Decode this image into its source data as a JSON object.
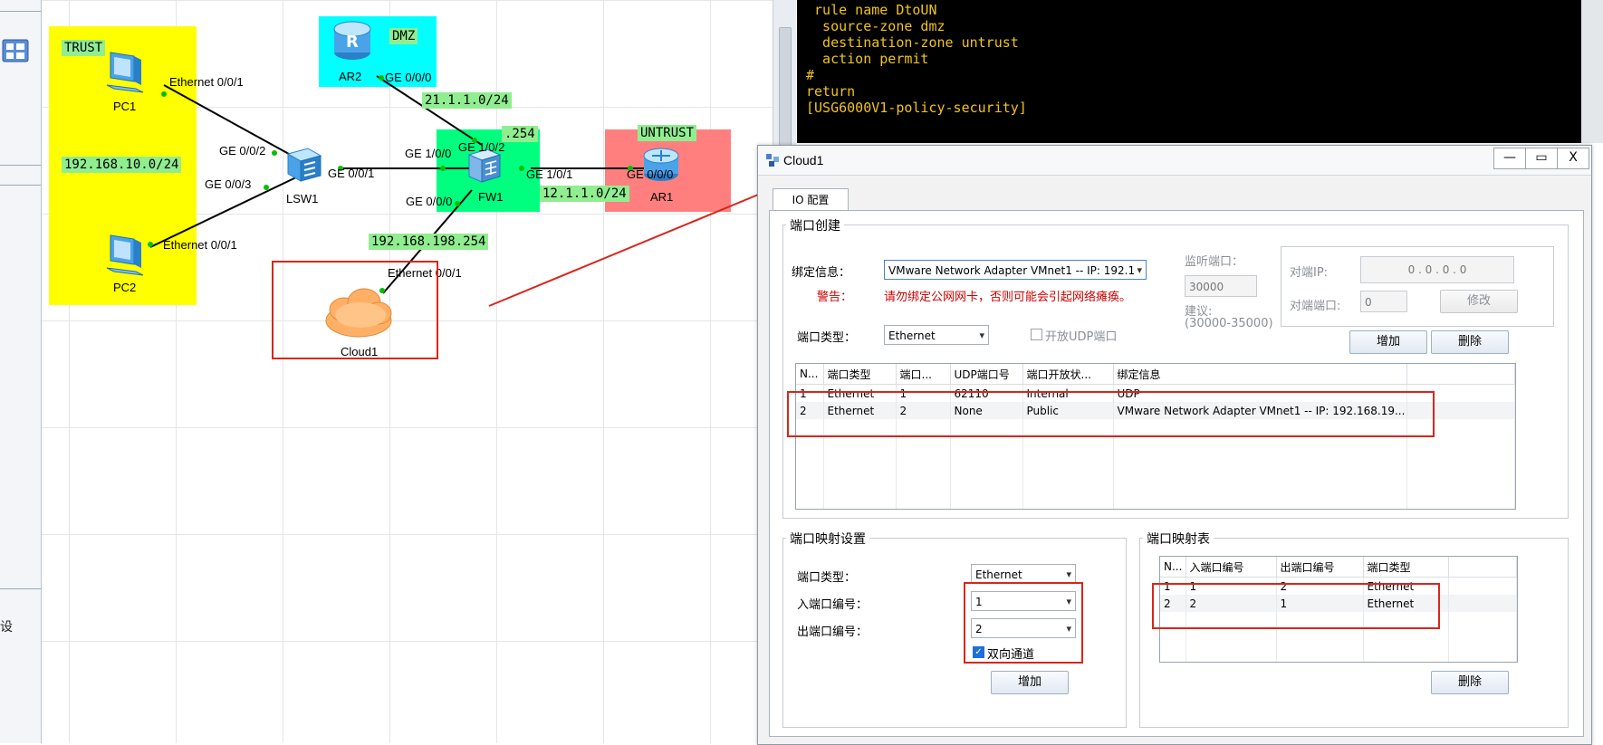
{
  "sidebar": {
    "fragment": "设"
  },
  "topology": {
    "zones": {
      "trust": "TRUST",
      "dmz": "DMZ",
      "untrust": "UNTRUST"
    },
    "subnet_labels": {
      "trust_net": "192.168.10.0/24",
      "dmz_net": "21.1.1.0/24",
      "untrust_net": "12.1.1.0/24",
      "cloud_net": "192.168.198.254",
      "fw_addr": ".254"
    },
    "devices": {
      "pc1": "PC1",
      "pc2": "PC2",
      "lsw1": "LSW1",
      "fw1": "FW1",
      "ar1": "AR1",
      "ar2": "AR2",
      "cloud1": "Cloud1",
      "router_glyph": "R"
    },
    "interfaces": {
      "pc1_eth": "Ethernet 0/0/1",
      "pc2_eth": "Ethernet 0/0/1",
      "lsw_ge2": "GE 0/0/2",
      "lsw_ge3": "GE 0/0/3",
      "lsw_ge1": "GE 0/0/1",
      "fw_ge100": "GE 1/0/0",
      "fw_ge102": "GE 1/0/2",
      "fw_ge101": "GE 1/0/1",
      "fw_ge000": "GE 0/0/0",
      "ar1_ge": "GE 0/0/0",
      "ar2_ge": "GE 0/0/0",
      "cloud_eth": "Ethernet 0/0/1"
    },
    "colors": {
      "trust": "#ffff00",
      "dmz": "#00ffff",
      "fw": "#00ff7f",
      "untrust": "#ff7f7f",
      "tag": "#90ee90",
      "annotation": "#d8261c"
    }
  },
  "terminal": {
    "lines": [
      " rule name DtoUN",
      "  source-zone dmz",
      "  destination-zone untrust",
      "  action permit",
      "#",
      "return",
      "[USG6000V1-policy-security]"
    ]
  },
  "cloud_window": {
    "title": "Cloud1",
    "controls": {
      "minimize": "—",
      "maximize": "▭",
      "close": "X"
    },
    "tab": "IO 配置",
    "port_create": {
      "title": "端口创建",
      "bind_label": "绑定信息：",
      "bind_value": "VMware Network Adapter VMnet1 -- IP: 192.1",
      "warning_label": "警告：",
      "warning_text": "请勿绑定公网网卡，否则可能会引起网络瘫痪。",
      "listen_port_label": "监听端口：",
      "listen_port_value": "30000",
      "suggest_label": "建议:",
      "suggest_range": "(30000-35000)",
      "peer_ip_label": "对端IP:",
      "peer_ip_value": "0 . 0 . 0 . 0",
      "peer_port_label": "对端端口:",
      "peer_port_value": "0",
      "modify_button": "修改",
      "port_type_label": "端口类型：",
      "port_type_value": "Ethernet",
      "udp_checkbox_label": "开放UDP端口",
      "add_button": "增加",
      "delete_button": "删除",
      "columns": [
        "N...",
        "端口类型",
        "端口...",
        "UDP端口号",
        "端口开放状...",
        "绑定信息"
      ],
      "rows": [
        [
          "1",
          "Ethernet",
          "1",
          "62110",
          "Internal",
          "UDP"
        ],
        [
          "2",
          "Ethernet",
          "2",
          "None",
          "Public",
          "VMware Network Adapter VMnet1 -- IP: 192.168.19..."
        ]
      ]
    },
    "port_mapping": {
      "title": "端口映射设置",
      "port_type_label": "端口类型：",
      "port_type_value": "Ethernet",
      "in_port_label": "入端口编号：",
      "in_port_value": "1",
      "out_port_label": "出端口编号：",
      "out_port_value": "2",
      "bidirectional_label": "双向通道",
      "add_button": "增加"
    },
    "mapping_table": {
      "title": "端口映射表",
      "columns": [
        "N...",
        "入端口编号",
        "出端口编号",
        "端口类型"
      ],
      "rows": [
        [
          "1",
          "1",
          "2",
          "Ethernet"
        ],
        [
          "2",
          "2",
          "1",
          "Ethernet"
        ]
      ],
      "delete_button": "删除"
    }
  }
}
